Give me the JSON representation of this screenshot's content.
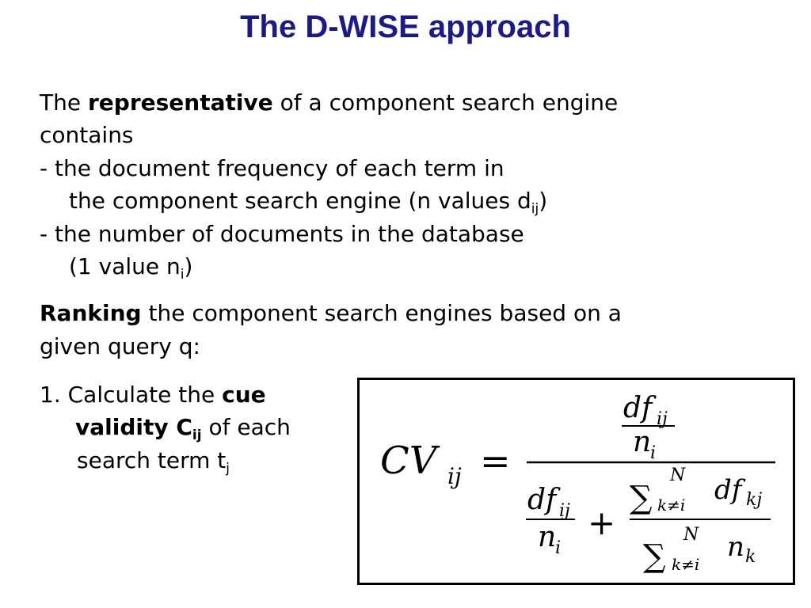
{
  "slide": {
    "title": "The D-WISE approach",
    "p1": {
      "pre": "The ",
      "bold": "representative",
      "post": " of a component search engine",
      "line2": "contains",
      "bullet1_line1": "- the document frequency of each term in",
      "bullet1_line2": "the component search engine (n values d",
      "bullet1_sub": "ij",
      "bullet1_close": ")",
      "bullet2_line1": "- the number of documents in the database",
      "bullet2_line2": "(1 value n",
      "bullet2_sub": "i",
      "bullet2_close": ")"
    },
    "p2": {
      "bold": "Ranking",
      "post": " the component search engines based on a",
      "line2": "given query q:"
    },
    "step1": {
      "pre": "1. Calculate the ",
      "bold1": "cue",
      "bold2": "validity C",
      "bold2_sub": "ij",
      "post": " of each",
      "line3": "search term t",
      "line3_sub": "j"
    },
    "formula": {
      "lhs": "CV",
      "lhs_sub": "ij",
      "equals": "=",
      "df": "df",
      "n": "n",
      "sub_i": "i",
      "sub_ij": "ij",
      "sub_kj": "kj",
      "sub_k": "k",
      "plus": "+",
      "sum": "∑",
      "upper_N": "N",
      "lower_index": "k≠i"
    }
  }
}
